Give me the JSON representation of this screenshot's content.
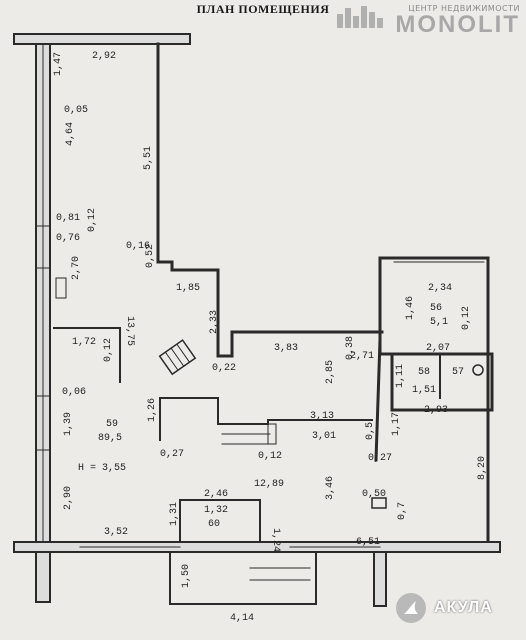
{
  "title": "ПЛАН ПОМЕЩЕНИЯ",
  "watermark": {
    "brand": "MONOLIT",
    "tagline": "ЦЕНТР НЕДВИЖИМОСТИ"
  },
  "agency": {
    "name": "АКУЛА"
  },
  "dimensions": {
    "top_wall": "2,92",
    "left_1": "1,47",
    "left_2": "0,05",
    "left_3": "4,64",
    "right_tall": "5,51",
    "window_a": "0,81",
    "window_b": "0,76",
    "window_c": "0,12",
    "left_mid": "2,70",
    "left_long": "13,75",
    "corner_a": "0,16",
    "corner_b": "0,52",
    "step": "1,85",
    "step_v": "2,33",
    "small_room": "1,72",
    "small_room_v": "0,12",
    "left_low": "0,06",
    "left_low2": "1,39",
    "main_no": "59",
    "main_area": "89,5",
    "height": "H = 3,55",
    "inner_v": "1,26",
    "inner_a": "0,27",
    "inner_b": "0,22",
    "mid_wall": "3,83",
    "mid_v1": "2,85",
    "mid_v2": "0,38",
    "mid_a": "2,71",
    "mid_b": "3,13",
    "mid_c": "3,01",
    "mid_d": "0,12",
    "mid_e": "0,27",
    "mid_f": "0,5",
    "mid_g": "1,17",
    "mid_h": "1,11",
    "main_diag": "12,89",
    "main_v": "3,46",
    "room_c_no": "56",
    "room_c_area": "5,1",
    "room_c_a": "2,34",
    "room_c_b": "1,46",
    "room_c_c": "2,07",
    "room_c_d": "0,12",
    "room_b_no": "58",
    "room_b_area": "1,51",
    "room_b_no2": "57",
    "room_b_c": "2,93",
    "right_v": "8,20",
    "mid_small": "0,50",
    "mid_small_v": "0,7",
    "left_bottom": "2,90",
    "bottom_left": "3,52",
    "entry_a": "2,46",
    "entry_b": "1,32",
    "entry_no": "60",
    "entry_v1": "1,31",
    "entry_v2": "1,24",
    "bottom_right": "6,51",
    "porch_v": "1,50",
    "porch_bottom": "4,14"
  }
}
